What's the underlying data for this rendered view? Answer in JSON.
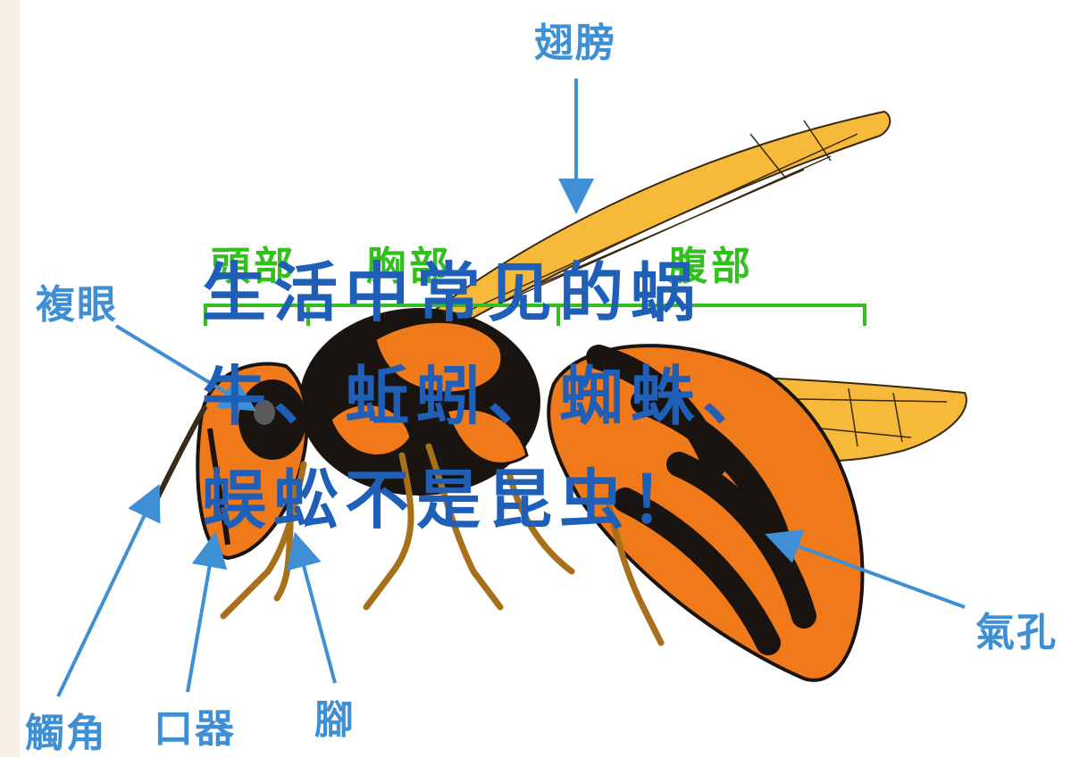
{
  "labels": {
    "wings": "翅膀",
    "compound_eye": "複眼",
    "antenna": "觸角",
    "mouthparts": "口器",
    "legs": "腳",
    "spiracle": "氣孔"
  },
  "segments": {
    "head": "頭部",
    "thorax": "胸部",
    "abdomen": "腹部"
  },
  "overlay": {
    "line1": "生活中常见的蜗",
    "line2": "牛、蚯蚓、蜘蛛、",
    "line3": "蜈蚣不是昆虫！"
  },
  "colors": {
    "label_blue": "#3f8fd4",
    "segment_green": "#33c01e",
    "overlay_blue": "#1f5fb8",
    "body_orange": "#f07a1a",
    "body_black": "#1a1410",
    "wing_yellow": "#f6b93a"
  }
}
